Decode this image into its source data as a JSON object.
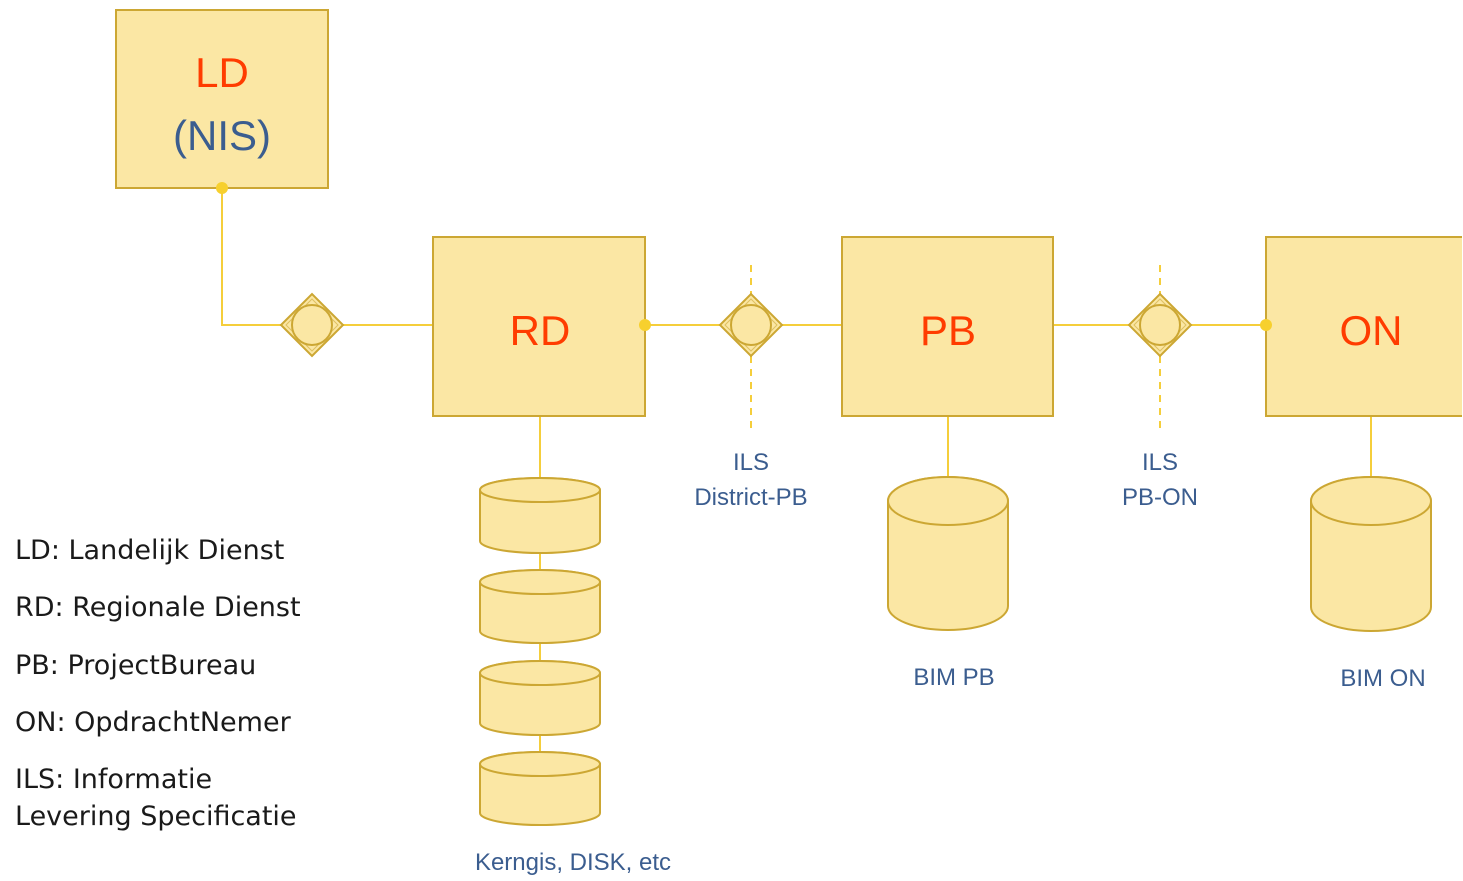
{
  "boxes": {
    "ld": {
      "label": "LD",
      "sublabel": "(NIS)"
    },
    "rd": {
      "label": "RD"
    },
    "pb": {
      "label": "PB"
    },
    "on": {
      "label": "ON"
    }
  },
  "interfaces": [
    {
      "line1": "ILS",
      "line2": "District-PB"
    },
    {
      "line1": "ILS",
      "line2": "PB-ON"
    }
  ],
  "stores": {
    "rd": {
      "caption": "Kerngis, DISK, etc"
    },
    "pb": {
      "caption": "BIM PB"
    },
    "on": {
      "caption": "BIM ON"
    }
  },
  "legend": {
    "items": [
      {
        "lines": [
          "LD: Landelijk Dienst"
        ]
      },
      {
        "lines": [
          "RD: Regionale Dienst"
        ]
      },
      {
        "lines": [
          "PB: ProjectBureau"
        ]
      },
      {
        "lines": [
          "ON: OpdrachtNemer"
        ]
      },
      {
        "lines": [
          "ILS: Informatie",
          "Levering Specificatie"
        ]
      }
    ]
  },
  "colors": {
    "box_fill": "#FBE7A4",
    "box_stroke": "#CCA733",
    "connector": "#F5CE3B",
    "dot": "#F7D02E",
    "abbreviation_text": "#FF3C00",
    "label_text": "#3B5D8F",
    "legend_text": "#1A1A1A"
  }
}
